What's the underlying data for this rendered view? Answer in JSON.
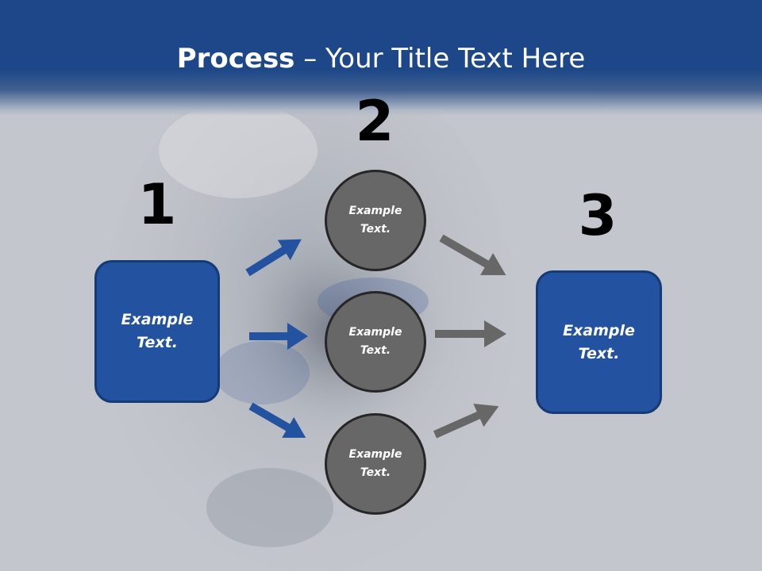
{
  "title": {
    "bold": "Process",
    "rest": " – Your Title Text Here"
  },
  "steps": {
    "one": "1",
    "two": "2",
    "three": "3"
  },
  "boxes": {
    "left": "Example\nText.",
    "right": "Example\nText."
  },
  "circles": {
    "top": "Example\nText.",
    "middle": "Example\nText.",
    "bottom": "Example\nText."
  },
  "colors": {
    "title_band": "#1d4788",
    "box_fill": "#2352a0",
    "circle_fill": "#676767",
    "blue_arrow": "#2352a0",
    "gray_arrow": "#676767",
    "background": "#c3c6cc"
  },
  "icons": {
    "blue_arrows": "arrow-right-icon",
    "gray_arrows": "arrow-right-icon"
  }
}
